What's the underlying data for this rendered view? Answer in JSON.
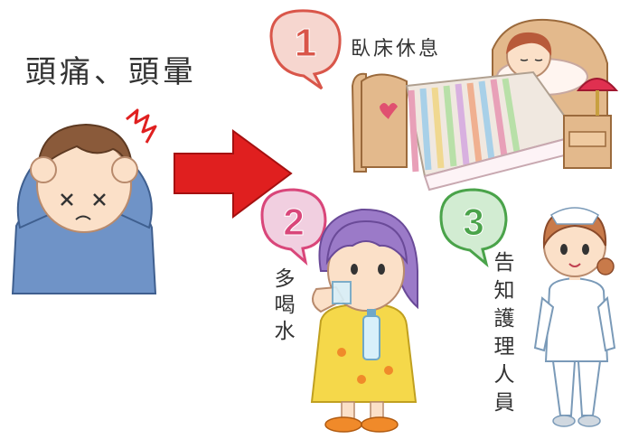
{
  "title": "頭痛、頭暈",
  "steps": [
    {
      "number": "1",
      "label": "臥床休息",
      "color": "#d9564a"
    },
    {
      "number": "2",
      "label": "多喝水",
      "color": "#d9467a"
    },
    {
      "number": "3",
      "label": "告知護理人員",
      "color": "#4aa34a"
    }
  ],
  "colors": {
    "arrow": "#e01f1f",
    "bubble1": "#f6d6cf",
    "bubble2": "#f1cfe0",
    "bubble3": "#d2ecd2"
  }
}
